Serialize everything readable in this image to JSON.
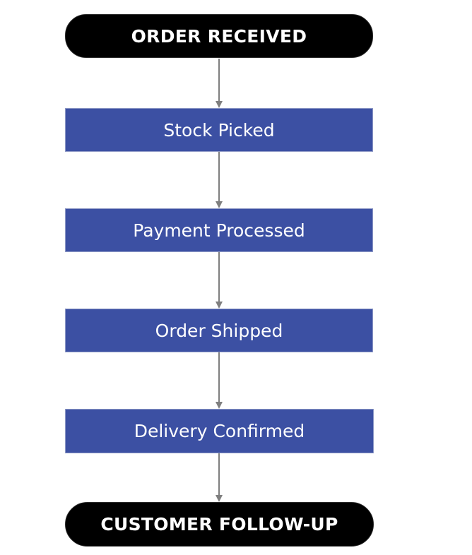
{
  "flowchart": {
    "start": "ORDER RECEIVED",
    "steps": [
      "Stock Picked",
      "Payment Processed",
      "Order Shipped",
      "Delivery Confirmed"
    ],
    "end": "CUSTOMER FOLLOW-UP"
  },
  "colors": {
    "terminal_fill": "#000000",
    "process_fill": "#3c50a3",
    "text": "#ffffff",
    "connector": "#7f7f7f"
  }
}
